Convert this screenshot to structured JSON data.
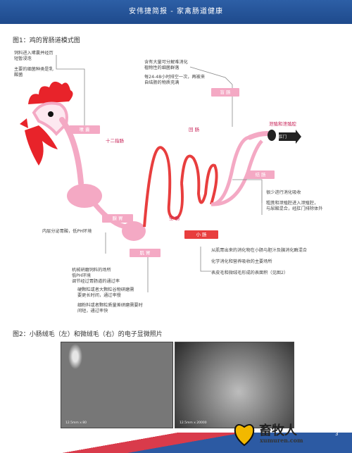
{
  "header": {
    "title": "安伟捷简报 - 家禽肠道健康"
  },
  "figure1": {
    "title": "图1：鸡的胃肠道模式图",
    "notes": {
      "crop_note": "饲料进入嗉囊并经历\n短暂浸泡",
      "crop_note2": "主要的细菌种类是乳\n酸菌",
      "ceca_note1": "含有大量可分解难消化\n植物性的细菌群落",
      "ceca_note2": "每24-48小时排空一次，再被来\n自结肠的物质充满",
      "proventriculus_note": "内层分泌胃酸，低PH环境",
      "gizzard_note1": "机械研磨饲料的场所\n低PH环境\n调节经过胃肠道的通过率",
      "gizzard_note2": "硬颗粒或者大颗粒谷物研磨需\n要更长时间，通过率慢",
      "gizzard_note3": "细粉料或者颗粒质量差研磨需要时\n间短，通过率快",
      "colon_note1": "很少进行消化吸收",
      "colon_note2": "粗粪和泄殖腔进入泄殖腔，\n与尿酸混合，经肛门排除体外",
      "small_int_note1": "从肌胃出来的消化物在小肠与胆汁及胰消化酶混合",
      "small_int_note2": "化学消化和营养吸收的主要场所",
      "small_int_note3": "表皮毛和微绒毛形成的表面积（见图2）"
    },
    "labels": {
      "crop": "嗉 囊",
      "proventriculus": "腺 胃",
      "gizzard": "肌 胃",
      "small_intestine": "小 肠",
      "ceca": "盲 肠",
      "colon": "结 肠",
      "duodenum": "十二指肠",
      "ileum": "回 肠",
      "jejunum": "空 肠",
      "cloaca": "泄殖和泄殖腔",
      "anus": "肛门"
    }
  },
  "figure2": {
    "title": "图2：小肠绒毛（左）和微绒毛（右）的电子显微照片",
    "left_caption": "12.5mm x 80",
    "right_caption": "12.5mm x 20000"
  },
  "footer": {
    "brand": "畜牧人",
    "domain": "xumuren.com",
    "page": "3"
  },
  "colors": {
    "header": "#1e4a8c",
    "tract": "#f4a9c4",
    "intestine": "#e83e3e",
    "comb": "#e8232a"
  }
}
